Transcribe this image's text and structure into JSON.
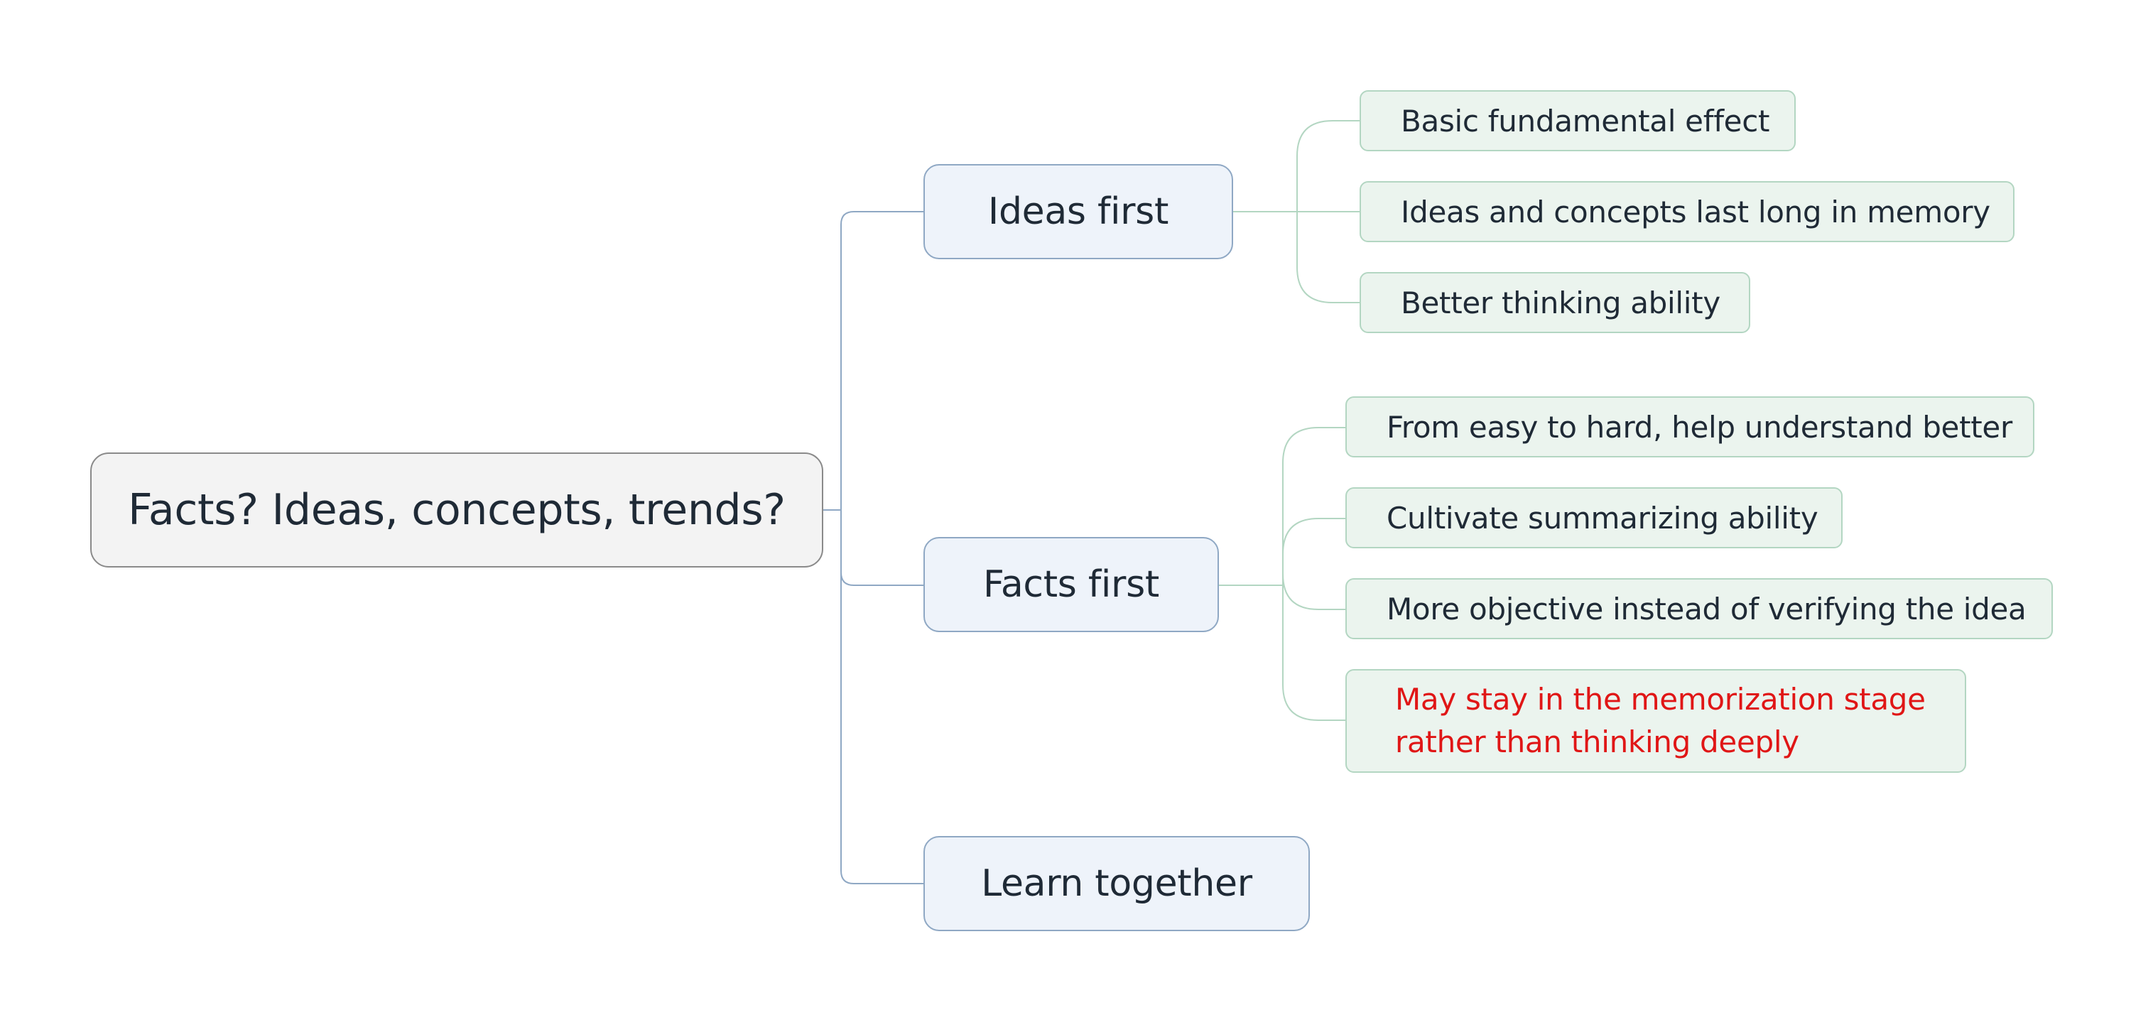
{
  "root": {
    "label": "Facts? Ideas, concepts, trends?"
  },
  "branches": [
    {
      "label": "Ideas first",
      "children": [
        {
          "label": "Basic fundamental effect"
        },
        {
          "label": "Ideas and concepts last long in memory"
        },
        {
          "label": "Better thinking ability"
        }
      ]
    },
    {
      "label": "Facts first",
      "children": [
        {
          "label": "From easy to hard, help understand better"
        },
        {
          "label": "Cultivate summarizing ability"
        },
        {
          "label": "More objective instead of verifying the idea"
        },
        {
          "lines": [
            "May stay in the memorization stage",
            "rather than thinking deeply"
          ]
        }
      ]
    },
    {
      "label": "Learn together"
    }
  ],
  "colors": {
    "root_fill": "#f3f3f3",
    "branch_fill": "#eef3fa",
    "leaf_fill": "#ebf4ee",
    "branch_connector": "#8fa8c4",
    "leaf_connector": "#b3d6c2",
    "highlight_text": "#e01616"
  }
}
